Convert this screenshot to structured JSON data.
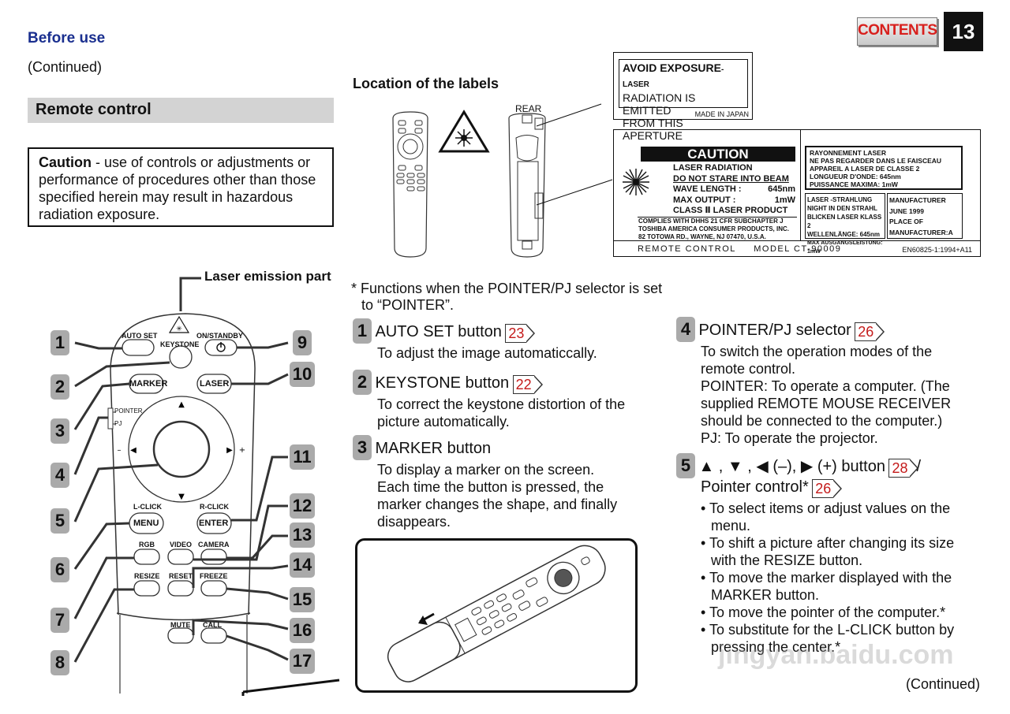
{
  "header": {
    "section": "Before use",
    "continued": "(Continued)",
    "contents_button": "CONTENTS",
    "page_number": "13"
  },
  "remote_control": {
    "heading": "Remote control",
    "caution_bold": "Caution",
    "caution_text": " - use of controls or adjustments or performance of procedures other than those specified herein may result in hazardous radiation exposure.",
    "laser_emission": "Laser emission part"
  },
  "labels": {
    "location_title": "Location of the labels",
    "rear": "REAR",
    "avoid_l1a": "AVOID EXPOSURE",
    "avoid_l1b": "-LASER",
    "avoid_l2": "RADIATION IS EMITTED",
    "avoid_l3": "FROM THIS APERTURE",
    "made_in": "MADE IN JAPAN",
    "caution_title": "CAUTION",
    "caution_lines": [
      "LASER RADIATION",
      "DO NOT STARE INTO BEAM",
      "WAVE LENGTH :",
      "645nm",
      "MAX OUTPUT    :",
      "1mW",
      "CLASS Ⅱ LASER PRODUCT"
    ],
    "complies": [
      "COMPLIES WITH DHHS 21 CFR SUBCHAPTER J",
      "TOSHIBA AMERICA CONSUMER PRODUCTS, INC.",
      "82 TOTOWA RD., WAYNE, NJ 07470, U.S.A."
    ],
    "french": [
      "RAYONNEMENT LASER",
      "NE PAS REGARDER DANS LE FAISCEAU",
      "APPAREIL A LASER DE CLASSE 2",
      "LONGUEUR D'ONDE: 645nm",
      "PUISSANCE MAXIMA: 1mW"
    ],
    "german": [
      "LASER -STRAHLUNG",
      "NIGHT IN DEN STRAHL",
      "BLICKEN LASER KLASS 2",
      "WELLENLÄNGE: 645nm",
      "MAX AUSGANGSLEISTUNG: 1mW"
    ],
    "manufacturer": [
      "MANUFACTURER",
      "JUNE 1999",
      "PLACE OF",
      "MANUFACTURER:A"
    ],
    "remote_model": "REMOTE CONTROL     MODEL CT-90009",
    "en_code": "EN60825-1:1994+A11"
  },
  "remote_labels": {
    "auto_set": "AUTO SET",
    "keystone": "KEYSTONE",
    "on_standby": "ON/STANDBY",
    "marker": "MARKER",
    "laser": "LASER",
    "pointer": "POINTER",
    "pj": "PJ",
    "l_click": "L-CLICK",
    "r_click": "R-CLICK",
    "menu": "MENU",
    "enter": "ENTER",
    "rgb": "RGB",
    "video": "VIDEO",
    "camera": "CAMERA",
    "resize": "RESIZE",
    "reset": "RESET",
    "freeze": "FREEZE",
    "mute": "MUTE",
    "call": "CALL"
  },
  "callouts": [
    "1",
    "2",
    "3",
    "4",
    "5",
    "6",
    "7",
    "8",
    "9",
    "10",
    "11",
    "12",
    "13",
    "14",
    "15",
    "16",
    "17"
  ],
  "functions_note": "* Functions when the POINTER/PJ selector is set to “POINTER”.",
  "items": [
    {
      "num": "1",
      "title": "AUTO SET button",
      "ref": "23",
      "desc": "To adjust the image automaticcally."
    },
    {
      "num": "2",
      "title": "KEYSTONE button",
      "ref": "22",
      "desc": "To correct the keystone distortion of the picture automatically."
    },
    {
      "num": "3",
      "title": "MARKER button",
      "desc": "To display a marker on the screen. Each time the button is pressed, the marker changes the shape, and finally disappears."
    },
    {
      "num": "4",
      "title": "POINTER/PJ selector",
      "ref": "26",
      "desc1": "To switch the operation modes of the remote control.",
      "desc2": "POINTER: To operate a computer. (The supplied REMOTE MOUSE RECEIVER should be connected to the computer.)",
      "desc3": "PJ: To operate the projector."
    },
    {
      "num": "5",
      "title": "▲ , ▼ , ◀ (–), ▶ (+) button",
      "ref": "28",
      "title2": "Pointer control*",
      "ref2": "26",
      "bullets": [
        "• To select items or adjust values on the menu.",
        "• To shift a picture after changing its size with the RESIZE button.",
        "• To move the marker displayed with the MARKER button.",
        "• To move the pointer of the computer.*",
        "• To substitute for the L-CLICK button by pressing the center.*"
      ]
    }
  ],
  "footer_continued": "(Continued)",
  "watermark": "jingyan.baidu.com"
}
